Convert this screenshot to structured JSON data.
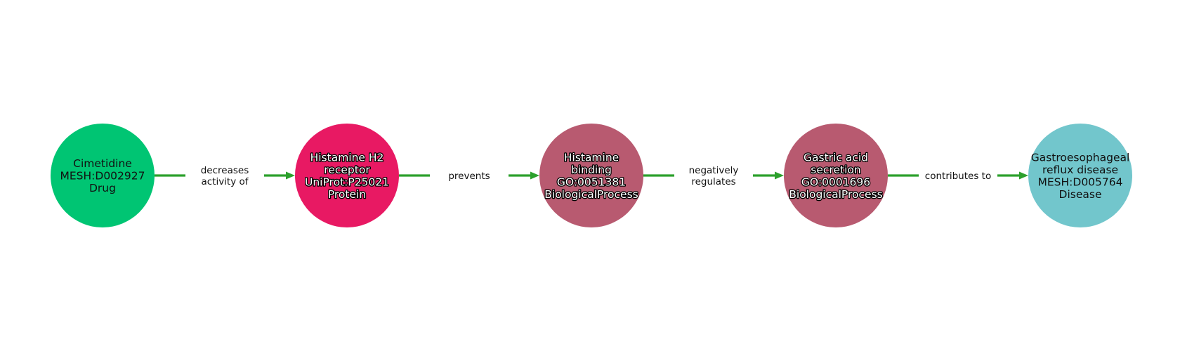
{
  "colors": {
    "drug": "#00c573",
    "protein": "#e81963",
    "biological_process": "#b85a70",
    "disease": "#72c6cc",
    "edge": "#2ca02c"
  },
  "nodes": [
    {
      "lines": [
        "Cimetidine",
        "MESH:D002927",
        "Drug"
      ],
      "category": "drug",
      "halo": false
    },
    {
      "lines": [
        "Histamine H2",
        "receptor",
        "UniProt:P25021",
        "Protein"
      ],
      "category": "protein",
      "halo": true
    },
    {
      "lines": [
        "Histamine",
        "binding",
        "GO:0051381",
        "BiologicalProcess"
      ],
      "category": "biological_process",
      "halo": true
    },
    {
      "lines": [
        "Gastric acid",
        "secretion",
        "GO:0001696",
        "BiologicalProcess"
      ],
      "category": "biological_process",
      "halo": true
    },
    {
      "lines": [
        "Gastroesophageal",
        "reflux disease",
        "MESH:D005764",
        "Disease"
      ],
      "category": "disease",
      "halo": false
    }
  ],
  "edges": [
    {
      "from": 0,
      "to": 1,
      "lines": [
        "decreases",
        "activity of"
      ]
    },
    {
      "from": 1,
      "to": 2,
      "lines": [
        "prevents"
      ]
    },
    {
      "from": 2,
      "to": 3,
      "lines": [
        "negatively",
        "regulates"
      ]
    },
    {
      "from": 3,
      "to": 4,
      "lines": [
        "contributes to"
      ]
    }
  ]
}
